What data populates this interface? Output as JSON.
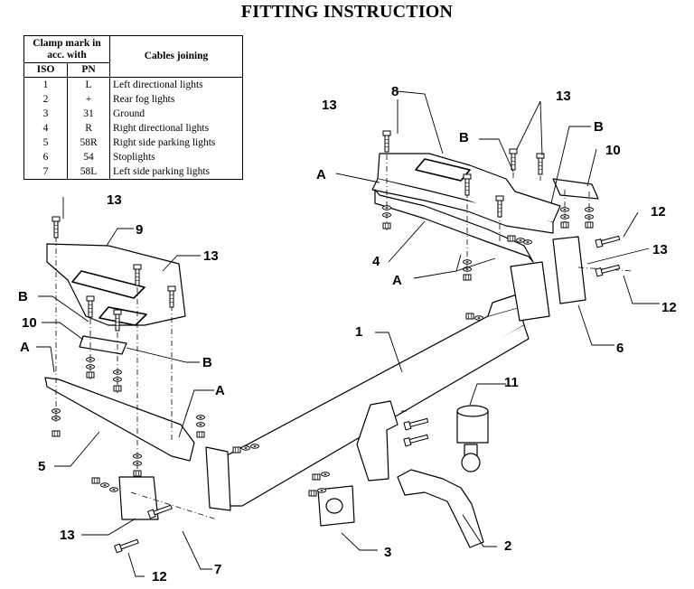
{
  "title": "FITTING INSTRUCTION",
  "table": {
    "header_clamp": "Clamp mark in acc. with",
    "header_iso": "ISO",
    "header_pn": "PN",
    "header_cables": "Cables joining",
    "rows": [
      {
        "iso": "1",
        "pn": "L",
        "desc": "Left directional lights"
      },
      {
        "iso": "2",
        "pn": "+",
        "desc": "Rear fog lights"
      },
      {
        "iso": "3",
        "pn": "31",
        "desc": "Ground"
      },
      {
        "iso": "4",
        "pn": "R",
        "desc": "Right directional lights"
      },
      {
        "iso": "5",
        "pn": "58R",
        "desc": "Right side parking lights"
      },
      {
        "iso": "6",
        "pn": "54",
        "desc": "Stoplights"
      },
      {
        "iso": "7",
        "pn": "58L",
        "desc": "Left side parking lights"
      }
    ]
  },
  "callouts": {
    "c1": "1",
    "c2": "2",
    "c3": "3",
    "c4": "4",
    "c5": "5",
    "c6": "6",
    "c7": "7",
    "c8": "8",
    "c9": "9",
    "c10_left": "10",
    "c10_right": "10",
    "c11": "11",
    "c12_top_right": "12",
    "c12_right": "12",
    "c12_bottom": "12",
    "c13_top_left": "13",
    "c13_left_plate": "13",
    "c13_top_center": "13",
    "c13_top_right": "13",
    "c13_right": "13",
    "c13_bottom": "13",
    "a_left": "A",
    "a_left_mid": "A",
    "a_top": "A",
    "a_center": "A",
    "b_left": "B",
    "b_left_mid": "B",
    "b_top": "B",
    "b_top_right": "B"
  }
}
